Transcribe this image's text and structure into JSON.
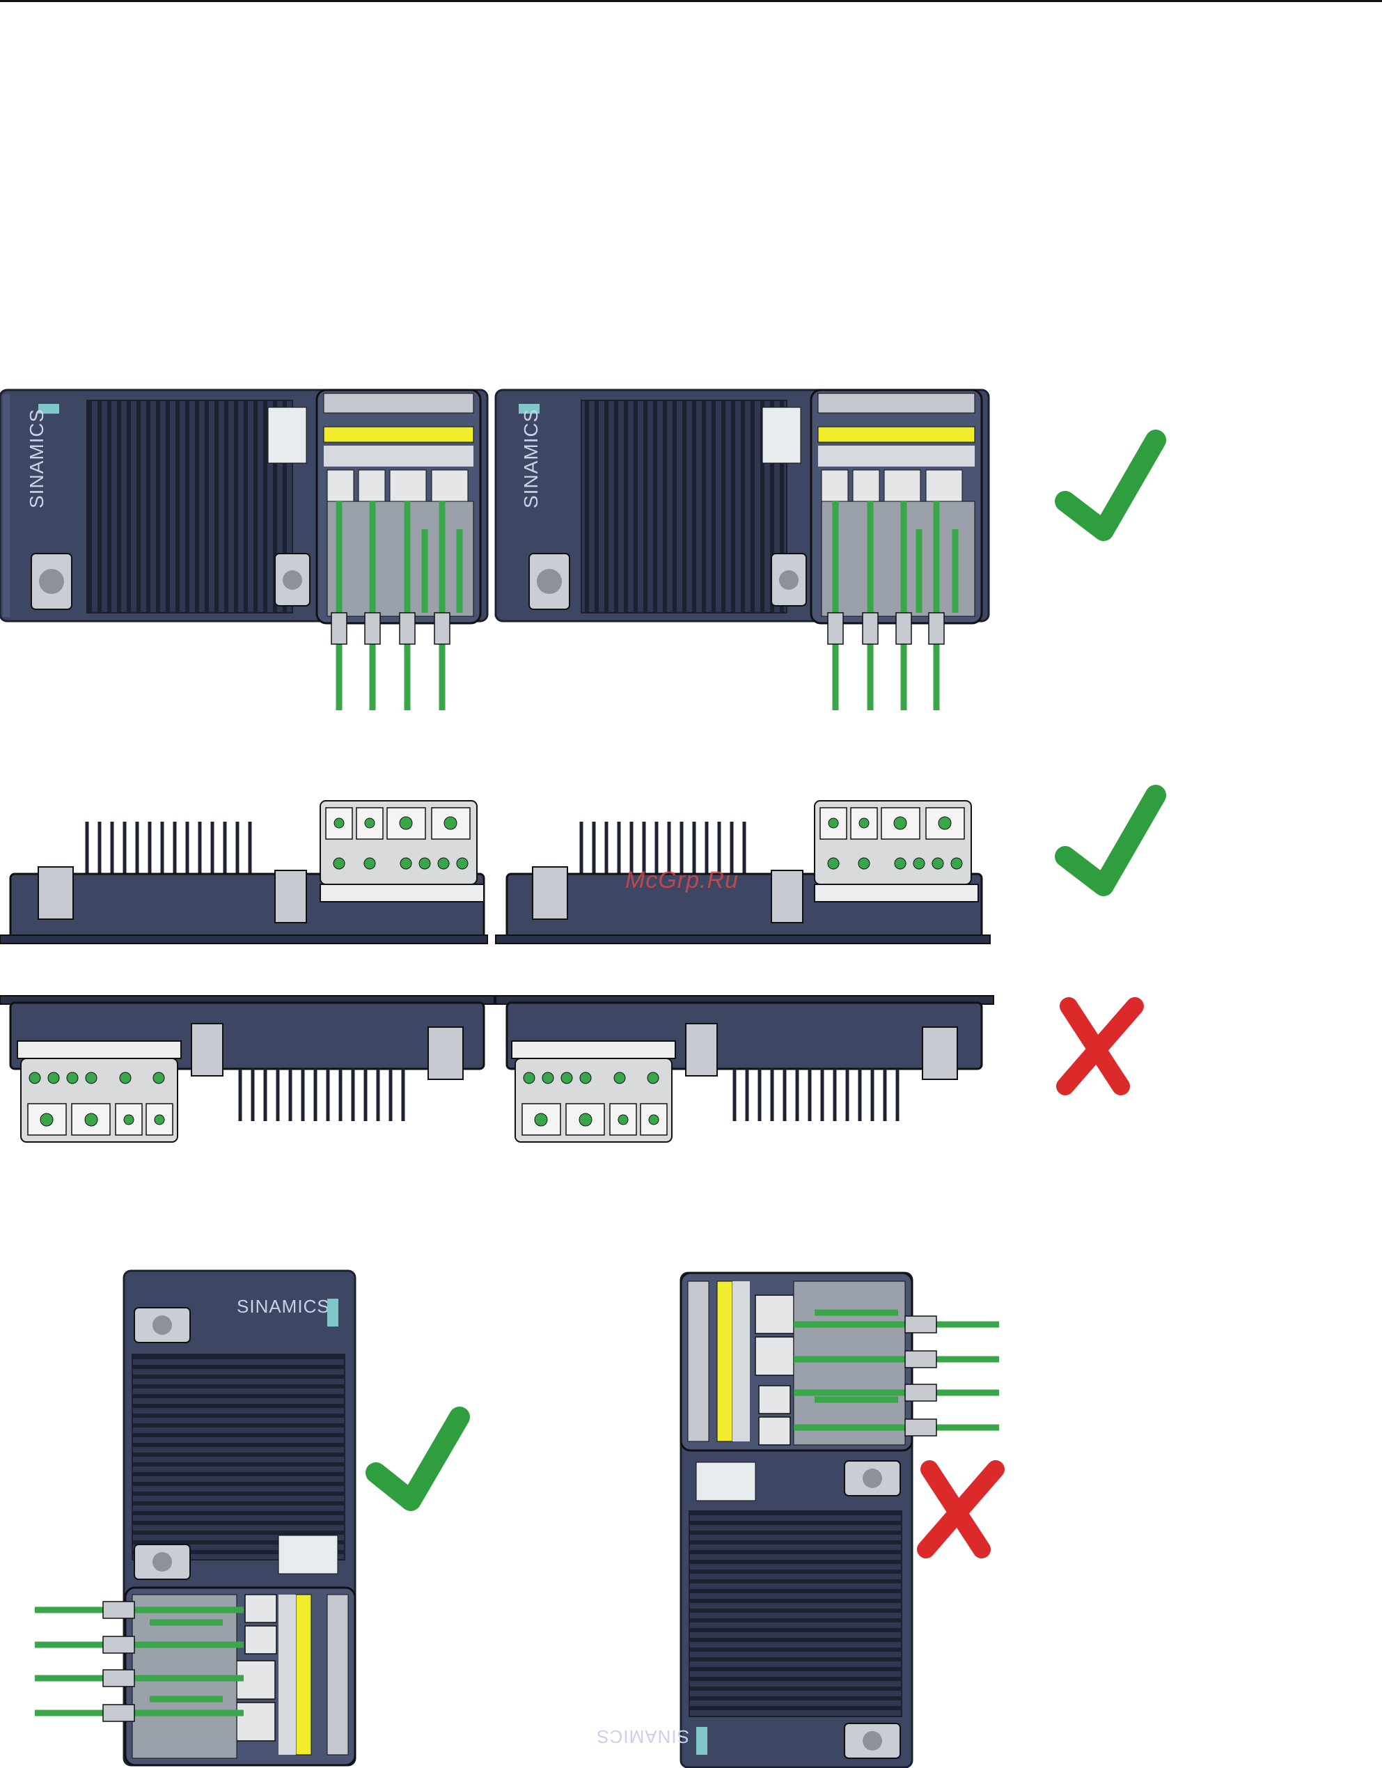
{
  "page": {
    "watermark": "McGrp.Ru"
  },
  "brand": {
    "label": "SINAMICS"
  },
  "colors": {
    "housing": "#3d4763",
    "housing_dark": "#2a3249",
    "fin": "#1d2333",
    "cable": "#3aa64a",
    "connector": "#d8dadc",
    "yellow_label": "#f1ec2c",
    "check": "#2f9e3e",
    "cross": "#dc2a2a"
  },
  "figures": [
    {
      "name": "horizontal-front-pair",
      "verdict": "allowed",
      "icon": "check-mark-icon"
    },
    {
      "name": "horizontal-side-up",
      "verdict": "allowed",
      "icon": "check-mark-icon"
    },
    {
      "name": "horizontal-side-down",
      "verdict": "not-allowed",
      "icon": "cross-mark-icon"
    },
    {
      "name": "vertical-connectors-bottom",
      "verdict": "allowed",
      "icon": "check-mark-icon"
    },
    {
      "name": "vertical-connectors-top",
      "verdict": "not-allowed",
      "icon": "cross-mark-icon"
    }
  ]
}
